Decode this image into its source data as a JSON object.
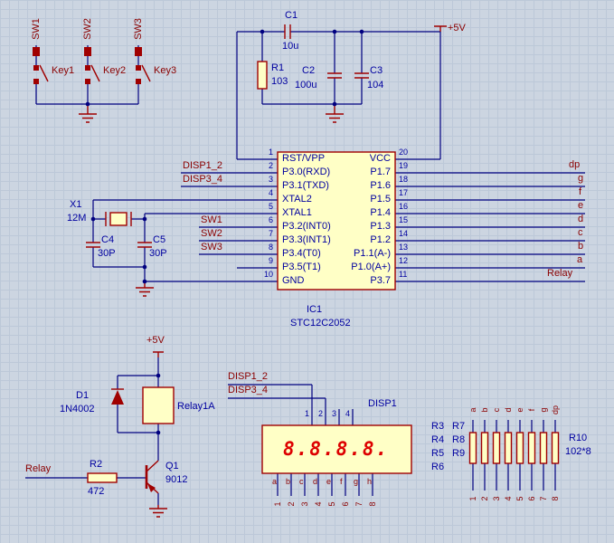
{
  "colors": {
    "bg": "#ccd5e1",
    "grid": "#bcc8d8",
    "wire": "#000080",
    "comp": "#a00000",
    "fill": "#ffffc6",
    "blue": "#0000a0",
    "red": "#8b0000",
    "digit": "#dd0000"
  },
  "keys": {
    "sw1": "SW1",
    "sw2": "SW2",
    "sw3": "SW3",
    "key1": "Key1",
    "key2": "Key2",
    "key3": "Key3"
  },
  "power": {
    "c1": "C1",
    "c1v": "10u",
    "r1": "R1",
    "r1v": "103",
    "c2": "C2",
    "c2v": "100u",
    "c3": "C3",
    "c3v": "104",
    "vcc": "+5V"
  },
  "ic": {
    "ref": "IC1",
    "part": "STC12C2052",
    "left": [
      {
        "n": "1",
        "p": "RST/VPP"
      },
      {
        "n": "2",
        "p": "P3.0(RXD)"
      },
      {
        "n": "3",
        "p": "P3.1(TXD)"
      },
      {
        "n": "4",
        "p": "XTAL2"
      },
      {
        "n": "5",
        "p": "XTAL1"
      },
      {
        "n": "6",
        "p": "P3.2(INT0)"
      },
      {
        "n": "7",
        "p": "P3.3(INT1)"
      },
      {
        "n": "8",
        "p": "P3.4(T0)"
      },
      {
        "n": "9",
        "p": "P3.5(T1)"
      },
      {
        "n": "10",
        "p": "GND"
      }
    ],
    "right": [
      {
        "n": "20",
        "p": "VCC"
      },
      {
        "n": "19",
        "p": "P1.7"
      },
      {
        "n": "18",
        "p": "P1.6"
      },
      {
        "n": "17",
        "p": "P1.5"
      },
      {
        "n": "16",
        "p": "P1.4"
      },
      {
        "n": "15",
        "p": "P1.3"
      },
      {
        "n": "14",
        "p": "P1.2"
      },
      {
        "n": "13",
        "p": "P1.1(A-)"
      },
      {
        "n": "12",
        "p": "P1.0(A+)"
      },
      {
        "n": "11",
        "p": "P3.7"
      }
    ],
    "lnets": {
      "d12": "DISP1_2",
      "d34": "DISP3_4",
      "s1": "SW1",
      "s2": "SW2",
      "s3": "SW3"
    },
    "rnets": [
      "dp",
      "g",
      "f",
      "e",
      "d",
      "c",
      "b",
      "a"
    ],
    "relay": "Relay"
  },
  "xtal": {
    "ref": "X1",
    "val": "12M",
    "c4": "C4",
    "c4v": "30P",
    "c5": "C5",
    "c5v": "30P"
  },
  "drv": {
    "vcc": "+5V",
    "d1": "D1",
    "d1v": "1N4002",
    "rly": "Relay1A",
    "q1": "Q1",
    "q1v": "9012",
    "r2": "R2",
    "r2v": "472",
    "net": "Relay"
  },
  "disp": {
    "n12": "DISP1_2",
    "n34": "DISP3_4",
    "ref": "DISP1",
    "digits": "8.8.8.8.",
    "top": [
      "1",
      "2",
      "3",
      "4"
    ],
    "seg": [
      "a",
      "b",
      "c",
      "d",
      "e",
      "f",
      "g",
      "h"
    ],
    "pins": [
      "1",
      "2",
      "3",
      "4",
      "5",
      "6",
      "7",
      "8"
    ]
  },
  "rn": {
    "c1": [
      "R3",
      "R4",
      "R5",
      "R6"
    ],
    "c2": [
      "R7",
      "R8",
      "R9"
    ],
    "r10": "R10",
    "val": "102*8",
    "nets": [
      "a",
      "b",
      "c",
      "d",
      "e",
      "f",
      "g",
      "dp"
    ],
    "pins": [
      "1",
      "2",
      "3",
      "4",
      "5",
      "6",
      "7",
      "8"
    ]
  }
}
